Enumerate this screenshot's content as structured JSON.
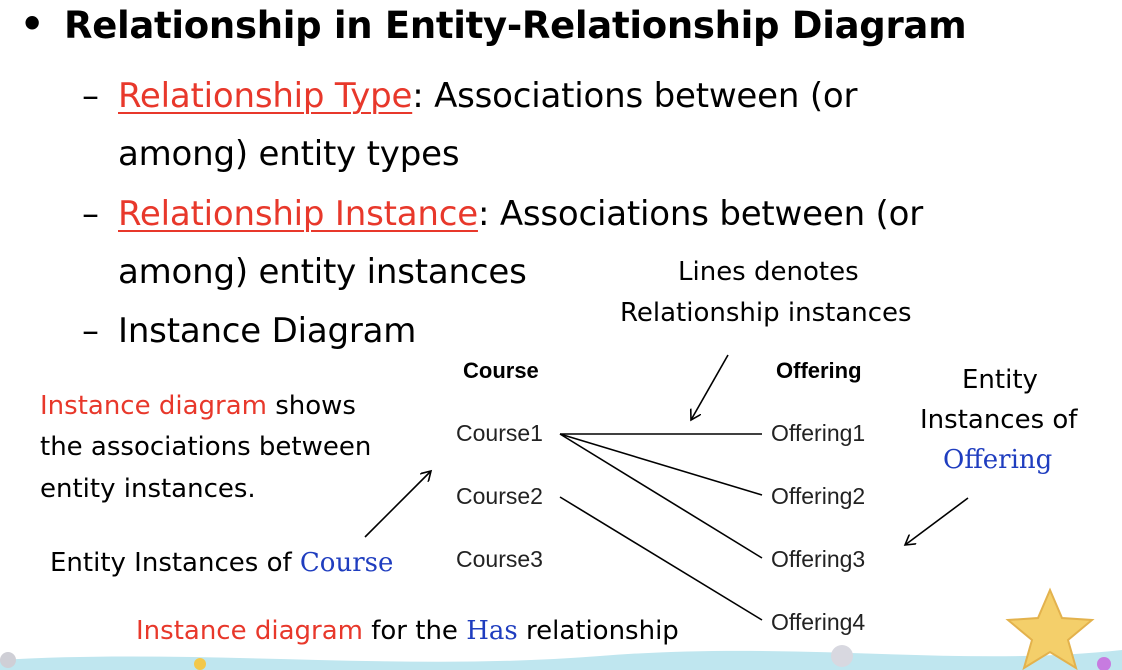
{
  "title": {
    "bullet": "•",
    "text": "Relationship in Entity-Relationship Diagram"
  },
  "subpoints": [
    {
      "dash": "–",
      "term": "Relationship Type",
      "rest_line1": ": Associations between (or",
      "line2": "among) entity types"
    },
    {
      "dash": "–",
      "term": "Relationship Instance",
      "rest_line1": ": Associations between (or",
      "line2": "among) entity instances"
    },
    {
      "dash": "–",
      "text": "Instance Diagram"
    }
  ],
  "annotations": {
    "lines_note": [
      "Lines denotes",
      "Relationship instances"
    ],
    "instance_note": {
      "red": "Instance diagram",
      "line1_rest": " shows",
      "line2": "the associations between",
      "line3": "entity instances."
    },
    "entity_offering_note": [
      "Entity",
      "Instances of",
      "Offering"
    ],
    "entity_course_note": {
      "prefix": "Entity Instances of ",
      "highlight": "Course"
    },
    "caption": {
      "red": "Instance diagram",
      "middle": " for the ",
      "blue": "Has",
      "suffix": " relationship"
    }
  },
  "diagram": {
    "course_header": "Course",
    "offering_header": "Offering",
    "courses": [
      "Course1",
      "Course2",
      "Course3"
    ],
    "offerings": [
      "Offering1",
      "Offering2",
      "Offering3",
      "Offering4"
    ],
    "links": [
      [
        "Course1",
        "Offering1"
      ],
      [
        "Course1",
        "Offering2"
      ],
      [
        "Course1",
        "Offering3"
      ],
      [
        "Course2",
        "Offering4"
      ]
    ]
  },
  "colors": {
    "accent_red": "#e8382b",
    "accent_blue": "#1f3dbf"
  }
}
